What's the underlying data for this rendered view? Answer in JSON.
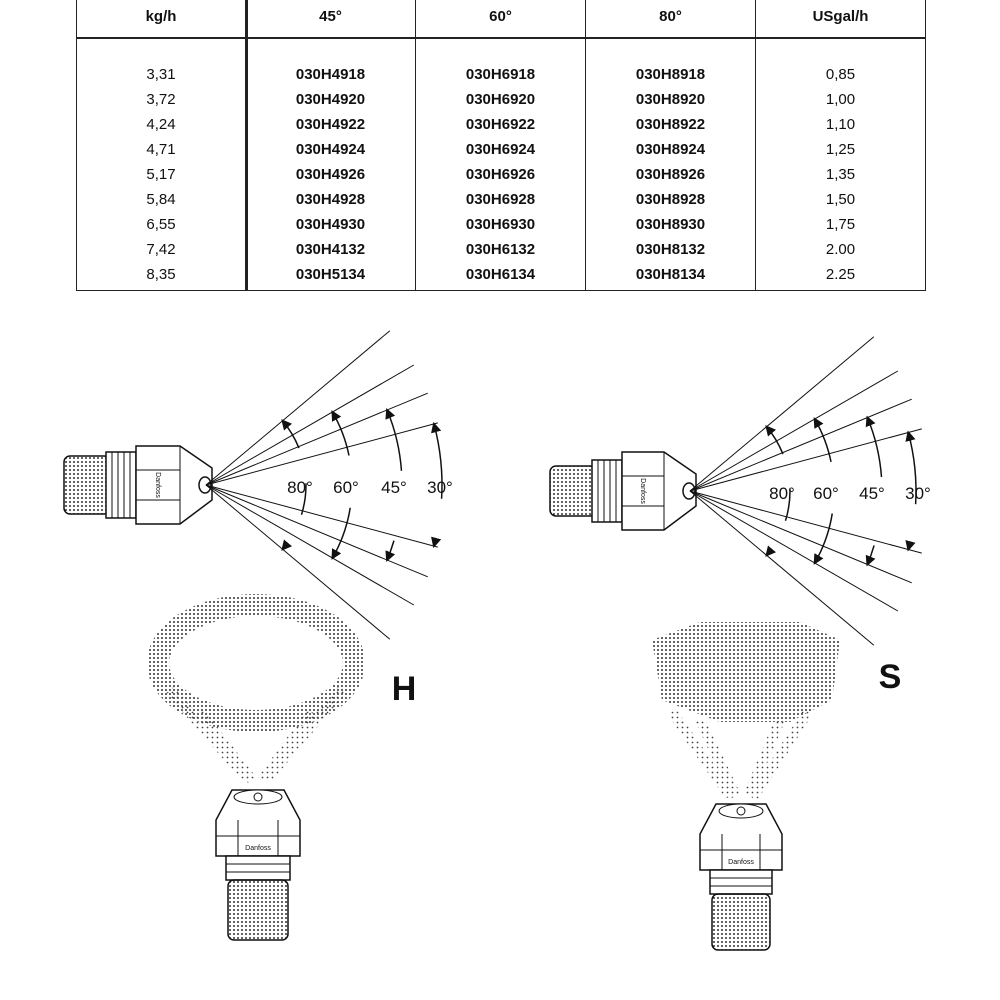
{
  "table": {
    "headers": [
      "kg/h",
      "45°",
      "60°",
      "80°",
      "USgal/h"
    ],
    "rows": [
      [
        "3,31",
        "030H4918",
        "030H6918",
        "030H8918",
        "0,85"
      ],
      [
        "3,72",
        "030H4920",
        "030H6920",
        "030H8920",
        "1,00"
      ],
      [
        "4,24",
        "030H4922",
        "030H6922",
        "030H8922",
        "1,10"
      ],
      [
        "4,71",
        "030H4924",
        "030H6924",
        "030H8924",
        "1,25"
      ],
      [
        "5,17",
        "030H4926",
        "030H6926",
        "030H8926",
        "1,35"
      ],
      [
        "5,84",
        "030H4928",
        "030H6928",
        "030H8928",
        "1,50"
      ],
      [
        "6,55",
        "030H4930",
        "030H6930",
        "030H8930",
        "1,75"
      ],
      [
        "7,42",
        "030H4132",
        "030H6132",
        "030H8132",
        "2.00"
      ],
      [
        "8,35",
        "030H5134",
        "030H6134",
        "030H8134",
        "2.25"
      ]
    ]
  },
  "diagrams": {
    "angle_labels": [
      "80°",
      "60°",
      "45°",
      "30°"
    ],
    "brand": "Danfoss",
    "pattern_hollow": "H",
    "pattern_solid": "S"
  },
  "icons": [
    "nozzle-side-icon",
    "nozzle-front-icon",
    "spray-cone-icon"
  ]
}
